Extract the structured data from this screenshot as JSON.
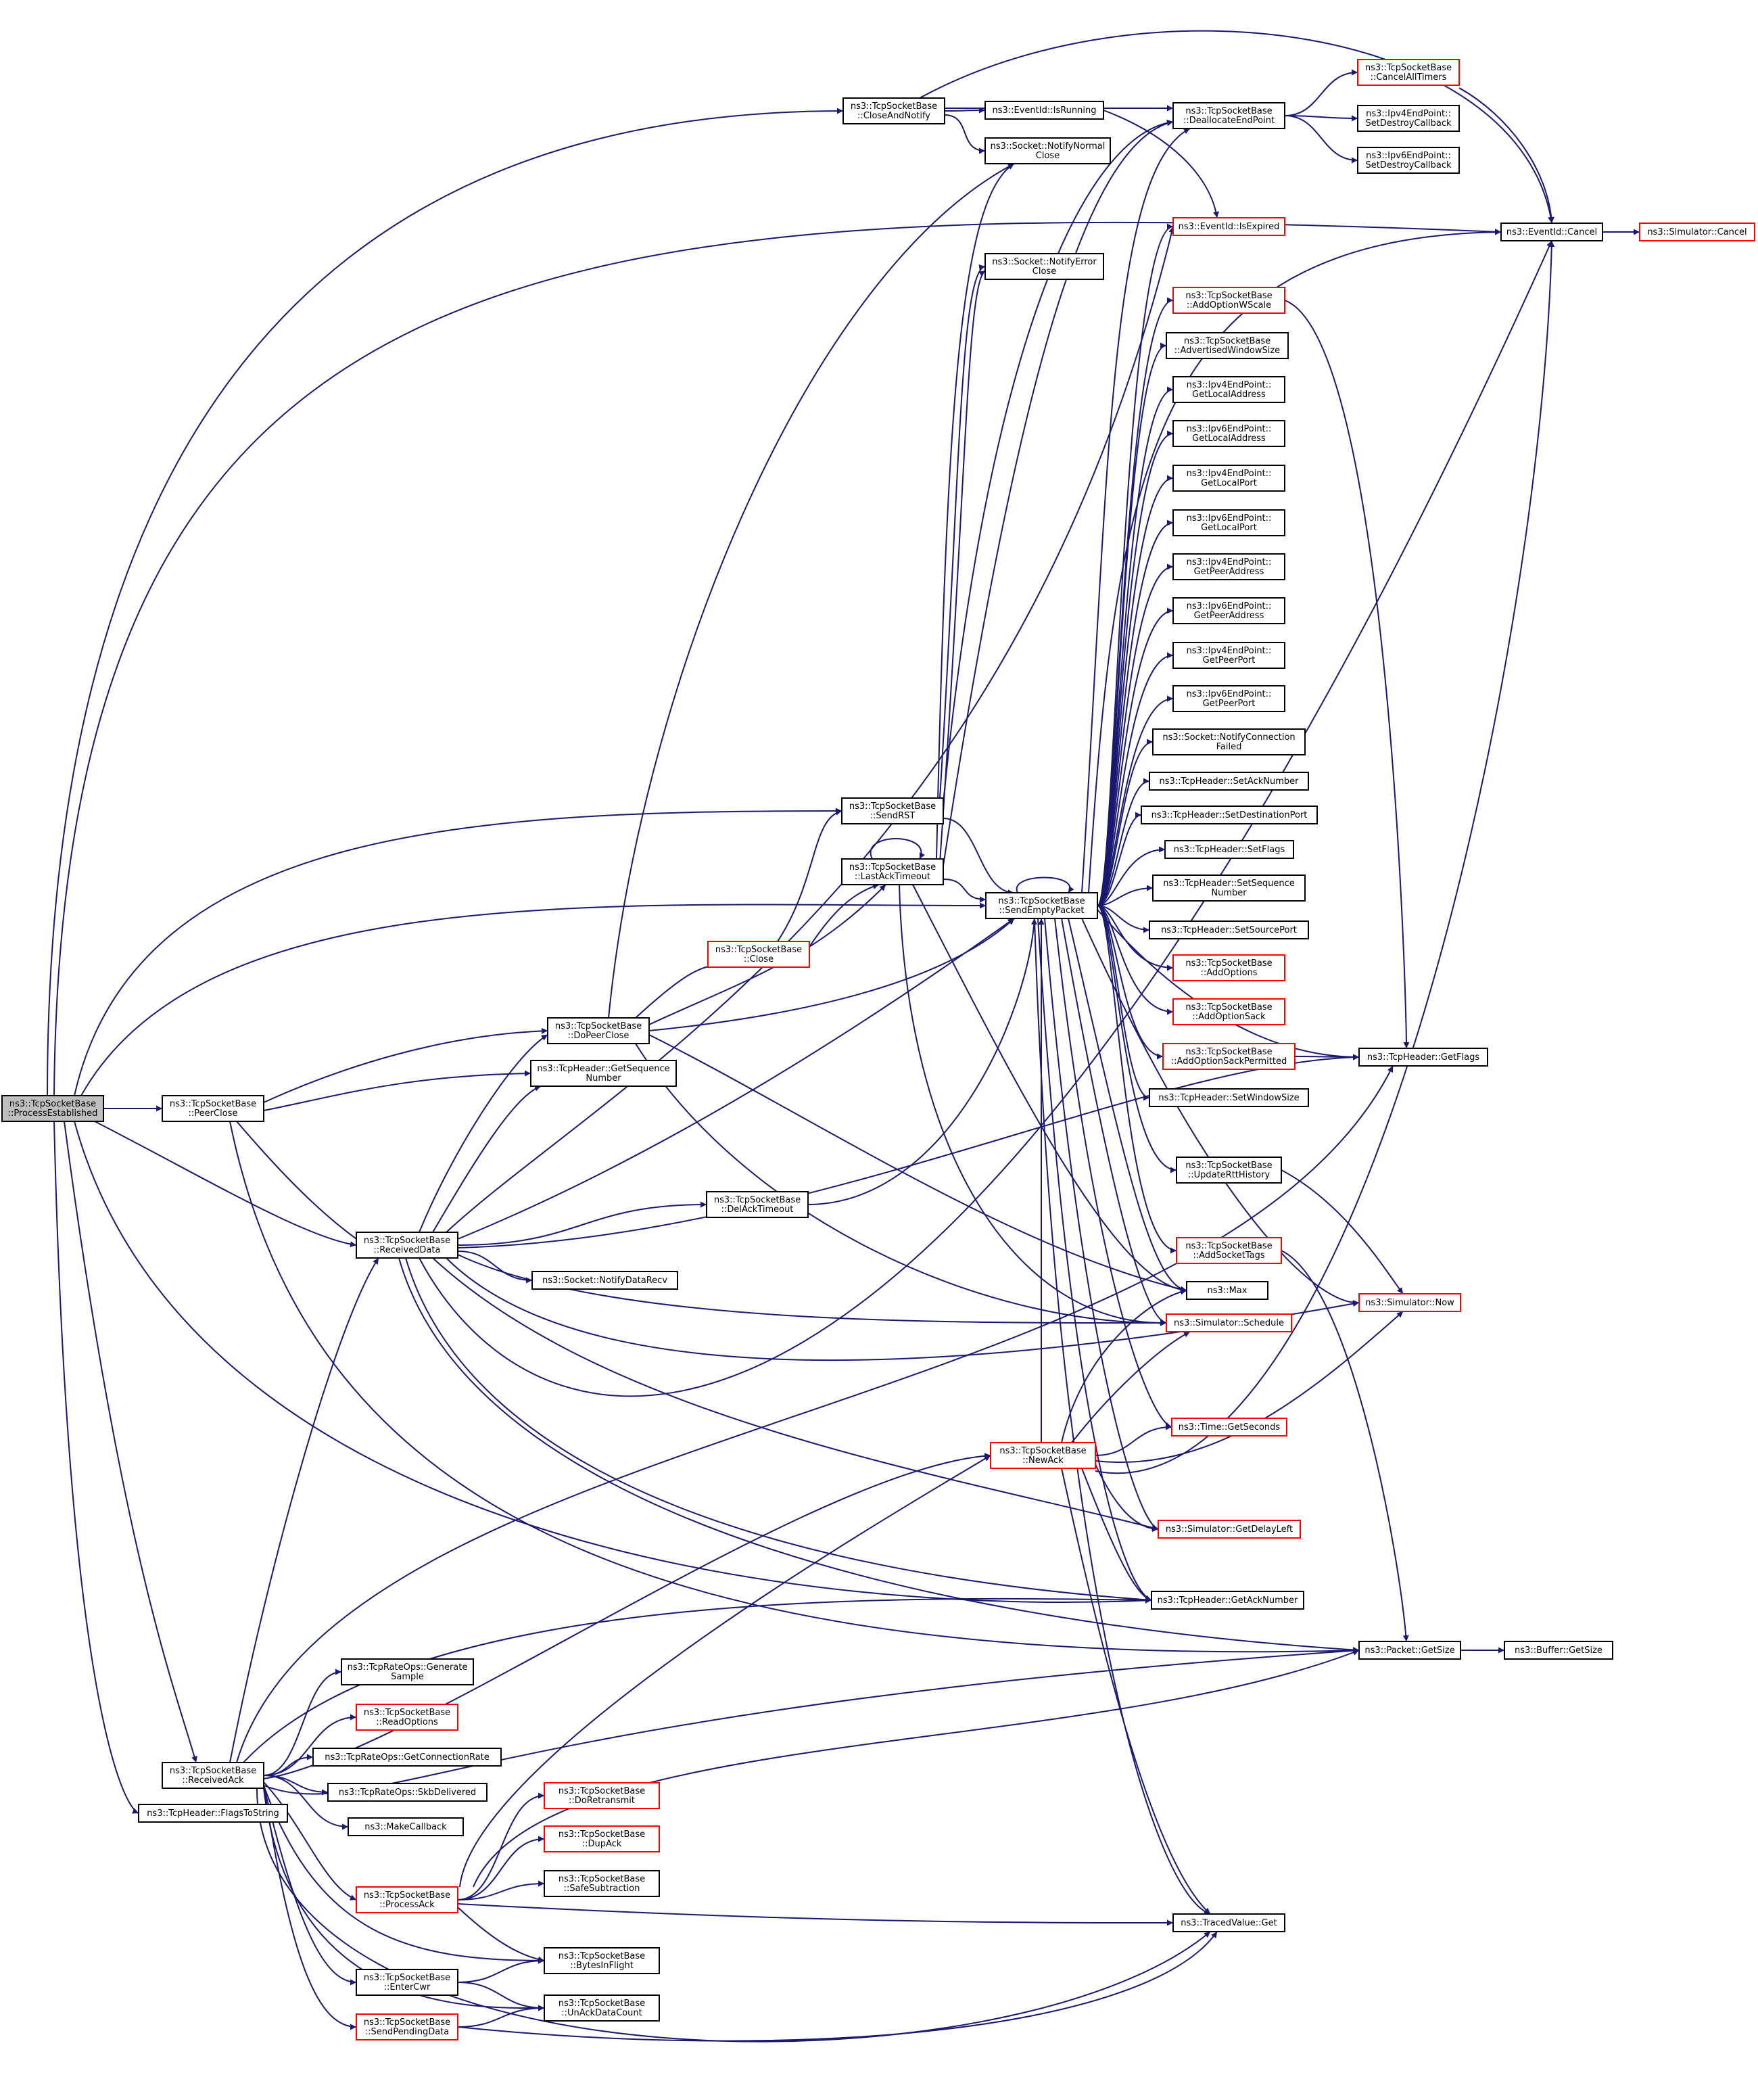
{
  "colors": {
    "edge": "#191970",
    "box_fill": "#ffffff",
    "box_border": "#000000",
    "box_border_incomplete": "#ff0000",
    "box_fill_focus": "#bfbfbf"
  },
  "nodes": [
    {
      "id": "pe",
      "lines": [
        "ns3::TcpSocketBase",
        "::ProcessEstablished"
      ],
      "style": "focus"
    },
    {
      "id": "can",
      "lines": [
        "ns3::TcpSocketBase",
        "::CloseAndNotify"
      ],
      "style": "normal"
    },
    {
      "id": "eir",
      "lines": [
        "ns3::EventId::IsRunning"
      ],
      "style": "normal"
    },
    {
      "id": "nnc",
      "lines": [
        "ns3::Socket::NotifyNormal",
        "Close"
      ],
      "style": "normal"
    },
    {
      "id": "dep",
      "lines": [
        "ns3::TcpSocketBase",
        "::DeallocateEndPoint"
      ],
      "style": "normal"
    },
    {
      "id": "cat",
      "lines": [
        "ns3::TcpSocketBase",
        "::CancelAllTimers"
      ],
      "style": "incomplete"
    },
    {
      "id": "v4sdc",
      "lines": [
        "ns3::Ipv4EndPoint::",
        "SetDestroyCallback"
      ],
      "style": "normal"
    },
    {
      "id": "v6sdc",
      "lines": [
        "ns3::Ipv6EndPoint::",
        "SetDestroyCallback"
      ],
      "style": "normal"
    },
    {
      "id": "eic",
      "lines": [
        "ns3::EventId::Cancel"
      ],
      "style": "normal"
    },
    {
      "id": "simc",
      "lines": [
        "ns3::Simulator::Cancel"
      ],
      "style": "incomplete"
    },
    {
      "id": "eie",
      "lines": [
        "ns3::EventId::IsExpired"
      ],
      "style": "incomplete"
    },
    {
      "id": "nec",
      "lines": [
        "ns3::Socket::NotifyError",
        "Close"
      ],
      "style": "normal"
    },
    {
      "id": "aow",
      "lines": [
        "ns3::TcpSocketBase",
        "::AddOptionWScale"
      ],
      "style": "incomplete"
    },
    {
      "id": "aws",
      "lines": [
        "ns3::TcpSocketBase",
        "::AdvertisedWindowSize"
      ],
      "style": "normal"
    },
    {
      "id": "v4gla",
      "lines": [
        "ns3::Ipv4EndPoint::",
        "GetLocalAddress"
      ],
      "style": "normal"
    },
    {
      "id": "v6gla",
      "lines": [
        "ns3::Ipv6EndPoint::",
        "GetLocalAddress"
      ],
      "style": "normal"
    },
    {
      "id": "v4glp",
      "lines": [
        "ns3::Ipv4EndPoint::",
        "GetLocalPort"
      ],
      "style": "normal"
    },
    {
      "id": "v6glp",
      "lines": [
        "ns3::Ipv6EndPoint::",
        "GetLocalPort"
      ],
      "style": "normal"
    },
    {
      "id": "v4gpa",
      "lines": [
        "ns3::Ipv4EndPoint::",
        "GetPeerAddress"
      ],
      "style": "normal"
    },
    {
      "id": "v6gpa",
      "lines": [
        "ns3::Ipv6EndPoint::",
        "GetPeerAddress"
      ],
      "style": "normal"
    },
    {
      "id": "v4gpp",
      "lines": [
        "ns3::Ipv4EndPoint::",
        "GetPeerPort"
      ],
      "style": "normal"
    },
    {
      "id": "v6gpp",
      "lines": [
        "ns3::Ipv6EndPoint::",
        "GetPeerPort"
      ],
      "style": "normal"
    },
    {
      "id": "ncf",
      "lines": [
        "ns3::Socket::NotifyConnection",
        "Failed"
      ],
      "style": "normal"
    },
    {
      "id": "san",
      "lines": [
        "ns3::TcpHeader::SetAckNumber"
      ],
      "style": "normal"
    },
    {
      "id": "sdp",
      "lines": [
        "ns3::TcpHeader::SetDestinationPort"
      ],
      "style": "normal"
    },
    {
      "id": "sfl",
      "lines": [
        "ns3::TcpHeader::SetFlags"
      ],
      "style": "normal"
    },
    {
      "id": "ssn",
      "lines": [
        "ns3::TcpHeader::SetSequence",
        "Number"
      ],
      "style": "normal"
    },
    {
      "id": "ssp",
      "lines": [
        "ns3::TcpHeader::SetSourcePort"
      ],
      "style": "normal"
    },
    {
      "id": "aop",
      "lines": [
        "ns3::TcpSocketBase",
        "::AddOptions"
      ],
      "style": "incomplete"
    },
    {
      "id": "aos",
      "lines": [
        "ns3::TcpSocketBase",
        "::AddOptionSack"
      ],
      "style": "incomplete"
    },
    {
      "id": "aosp",
      "lines": [
        "ns3::TcpSocketBase",
        "::AddOptionSackPermitted"
      ],
      "style": "incomplete"
    },
    {
      "id": "gfl",
      "lines": [
        "ns3::TcpHeader::GetFlags"
      ],
      "style": "normal"
    },
    {
      "id": "sws",
      "lines": [
        "ns3::TcpHeader::SetWindowSize"
      ],
      "style": "normal"
    },
    {
      "id": "urh",
      "lines": [
        "ns3::TcpSocketBase",
        "::UpdateRttHistory"
      ],
      "style": "normal"
    },
    {
      "id": "ast",
      "lines": [
        "ns3::TcpSocketBase",
        "::AddSocketTags"
      ],
      "style": "incomplete"
    },
    {
      "id": "max",
      "lines": [
        "ns3::Max"
      ],
      "style": "normal"
    },
    {
      "id": "snow",
      "lines": [
        "ns3::Simulator::Now"
      ],
      "style": "incomplete"
    },
    {
      "id": "ssch",
      "lines": [
        "ns3::Simulator::Schedule"
      ],
      "style": "incomplete"
    },
    {
      "id": "tgs",
      "lines": [
        "ns3::Time::GetSeconds"
      ],
      "style": "incomplete"
    },
    {
      "id": "sgdl",
      "lines": [
        "ns3::Simulator::GetDelayLeft"
      ],
      "style": "incomplete"
    },
    {
      "id": "gan",
      "lines": [
        "ns3::TcpHeader::GetAckNumber"
      ],
      "style": "normal"
    },
    {
      "id": "pgs",
      "lines": [
        "ns3::Packet::GetSize"
      ],
      "style": "normal"
    },
    {
      "id": "bgs",
      "lines": [
        "ns3::Buffer::GetSize"
      ],
      "style": "normal"
    },
    {
      "id": "srst",
      "lines": [
        "ns3::TcpSocketBase",
        "::SendRST"
      ],
      "style": "normal"
    },
    {
      "id": "lat",
      "lines": [
        "ns3::TcpSocketBase",
        "::LastAckTimeout"
      ],
      "style": "normal"
    },
    {
      "id": "sep",
      "lines": [
        "ns3::TcpSocketBase",
        "::SendEmptyPacket"
      ],
      "style": "normal"
    },
    {
      "id": "close",
      "lines": [
        "ns3::TcpSocketBase",
        "::Close"
      ],
      "style": "incomplete"
    },
    {
      "id": "dpc",
      "lines": [
        "ns3::TcpSocketBase",
        "::DoPeerClose"
      ],
      "style": "normal"
    },
    {
      "id": "gsn",
      "lines": [
        "ns3::TcpHeader::GetSequence",
        "Number"
      ],
      "style": "normal"
    },
    {
      "id": "pc",
      "lines": [
        "ns3::TcpSocketBase",
        "::PeerClose"
      ],
      "style": "normal"
    },
    {
      "id": "dat",
      "lines": [
        "ns3::TcpSocketBase",
        "::DelAckTimeout"
      ],
      "style": "normal"
    },
    {
      "id": "rd",
      "lines": [
        "ns3::TcpSocketBase",
        "::ReceivedData"
      ],
      "style": "normal"
    },
    {
      "id": "ndr",
      "lines": [
        "ns3::Socket::NotifyDataRecv"
      ],
      "style": "normal"
    },
    {
      "id": "na",
      "lines": [
        "ns3::TcpSocketBase",
        "::NewAck"
      ],
      "style": "incomplete"
    },
    {
      "id": "gsm",
      "lines": [
        "ns3::TcpRateOps::Generate",
        "Sample"
      ],
      "style": "normal"
    },
    {
      "id": "ro",
      "lines": [
        "ns3::TcpSocketBase",
        "::ReadOptions"
      ],
      "style": "incomplete"
    },
    {
      "id": "gcr",
      "lines": [
        "ns3::TcpRateOps::GetConnectionRate"
      ],
      "style": "normal"
    },
    {
      "id": "ra",
      "lines": [
        "ns3::TcpSocketBase",
        "::ReceivedAck"
      ],
      "style": "normal"
    },
    {
      "id": "skb",
      "lines": [
        "ns3::TcpRateOps::SkbDelivered"
      ],
      "style": "normal"
    },
    {
      "id": "fts",
      "lines": [
        "ns3::TcpHeader::FlagsToString"
      ],
      "style": "normal"
    },
    {
      "id": "mcb",
      "lines": [
        "ns3::MakeCallback"
      ],
      "style": "normal"
    },
    {
      "id": "drt",
      "lines": [
        "ns3::TcpSocketBase",
        "::DoRetransmit"
      ],
      "style": "incomplete"
    },
    {
      "id": "dack",
      "lines": [
        "ns3::TcpSocketBase",
        "::DupAck"
      ],
      "style": "incomplete"
    },
    {
      "id": "ssub",
      "lines": [
        "ns3::TcpSocketBase",
        "::SafeSubtraction"
      ],
      "style": "normal"
    },
    {
      "id": "pa",
      "lines": [
        "ns3::TcpSocketBase",
        "::ProcessAck"
      ],
      "style": "incomplete"
    },
    {
      "id": "tvg",
      "lines": [
        "ns3::TracedValue::Get"
      ],
      "style": "normal"
    },
    {
      "id": "bif",
      "lines": [
        "ns3::TcpSocketBase",
        "::BytesInFlight"
      ],
      "style": "normal"
    },
    {
      "id": "ecwr",
      "lines": [
        "ns3::TcpSocketBase",
        "::EnterCwr"
      ],
      "style": "normal"
    },
    {
      "id": "uadc",
      "lines": [
        "ns3::TcpSocketBase",
        "::UnAckDataCount"
      ],
      "style": "normal"
    },
    {
      "id": "spd",
      "lines": [
        "ns3::TcpSocketBase",
        "::SendPendingData"
      ],
      "style": "incomplete"
    }
  ]
}
